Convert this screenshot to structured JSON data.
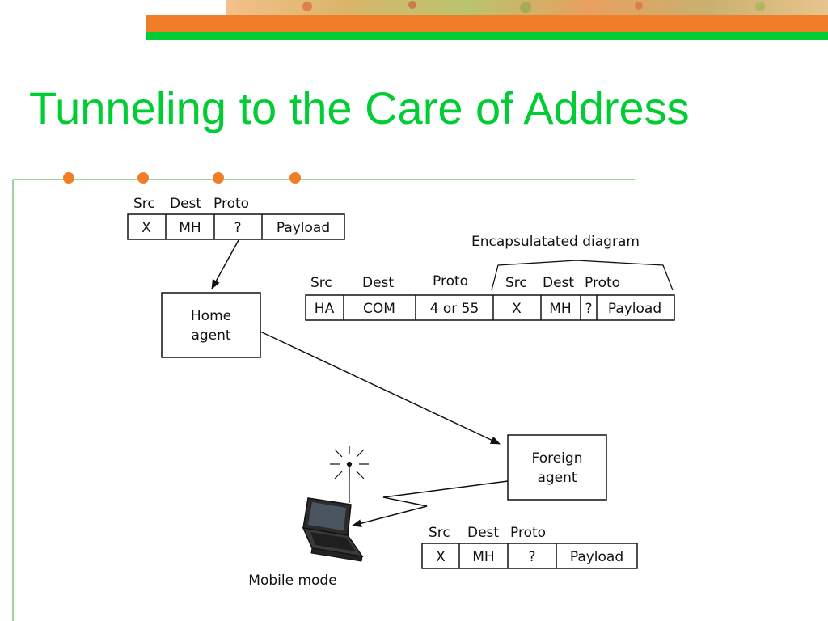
{
  "slide": {
    "title": "Tunneling to the Care of Address",
    "accent_orange": "#f07d28",
    "title_color": "#00cc33",
    "divider_color": "#7bc77b"
  },
  "diagram": {
    "top_packet": {
      "headers": [
        "Src",
        "Dest",
        "Proto"
      ],
      "cells": [
        "X",
        "MH",
        "?",
        "Payload"
      ]
    },
    "encap_label": "Encapsulatated diagram",
    "encap_packet": {
      "outer_headers": [
        "Src",
        "Dest",
        "Proto"
      ],
      "inner_headers": [
        "Src",
        "Dest",
        "Proto"
      ],
      "cells": [
        "HA",
        "COM",
        "4 or 55",
        "X",
        "MH",
        "?",
        "Payload"
      ]
    },
    "home_agent": [
      "Home",
      "agent"
    ],
    "foreign_agent": [
      "Foreign",
      "agent"
    ],
    "bottom_packet": {
      "headers": [
        "Src",
        "Dest",
        "Proto"
      ],
      "cells": [
        "X",
        "MH",
        "?",
        "Payload"
      ]
    },
    "mobile_label": "Mobile mode"
  }
}
